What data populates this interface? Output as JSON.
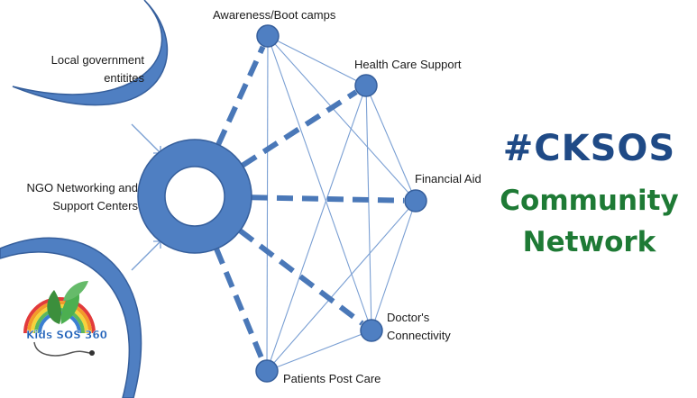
{
  "diagram": {
    "source_nodes": [
      {
        "id": "local-gov",
        "label_lines": [
          "Local government",
          "entitites"
        ]
      },
      {
        "id": "ngo",
        "label_lines": [
          "NGO Networking and",
          "Support Centers"
        ]
      }
    ],
    "hub": {
      "id": "hub"
    },
    "nodes": [
      {
        "id": "awareness",
        "label": "Awareness/Boot camps"
      },
      {
        "id": "health",
        "label": "Health Care Support"
      },
      {
        "id": "financial",
        "label": "Financial Aid"
      },
      {
        "id": "doctor",
        "label_lines": [
          "Doctor's",
          "Connectivity"
        ]
      },
      {
        "id": "patients",
        "label": "Patients Post Care"
      }
    ],
    "colors": {
      "node_fill": "#4f7fc2",
      "node_stroke": "#365f9c",
      "edge": "#4a78b8",
      "thin_edge": "#7a9fd3"
    }
  },
  "brand": {
    "hashtag": "#CKSOS",
    "line1": "Community",
    "line2": "Network",
    "hashtag_color": "#1f4a86",
    "text_color": "#1e7a35"
  },
  "logo": {
    "text": "Kids SOS 360",
    "icon": "rainbow-leaf-stethoscope-logo"
  }
}
